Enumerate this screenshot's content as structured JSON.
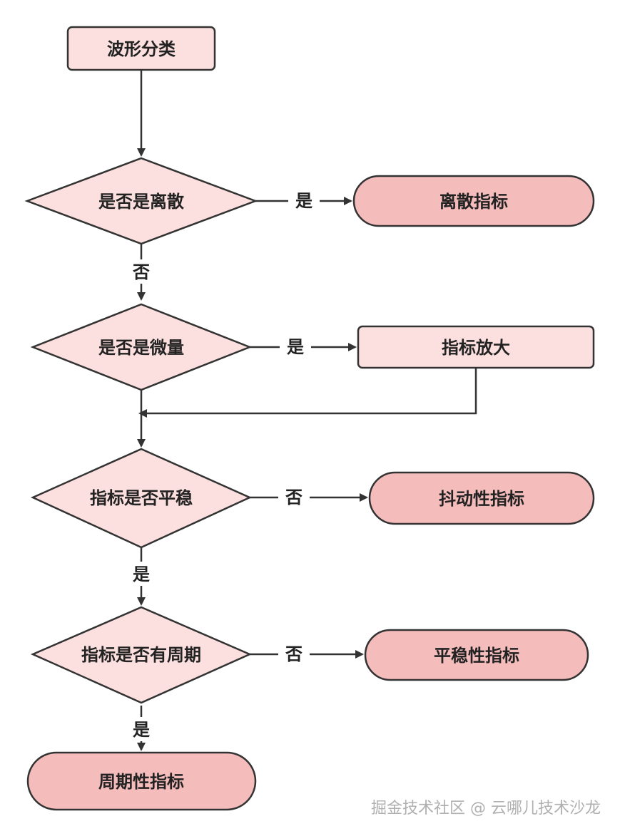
{
  "colors": {
    "light_fill": "#fce0df",
    "terminal_fill": "#f5bcbc",
    "stroke": "#333333",
    "text": "#222222",
    "watermark": "#b0b0b0"
  },
  "nodes": {
    "start": "波形分类",
    "decision_discrete": "是否是离散",
    "result_discrete": "离散指标",
    "decision_micro": "是否是微量",
    "process_amplify": "指标放大",
    "decision_stable": "指标是否平稳",
    "result_jitter": "抖动性指标",
    "decision_periodic": "指标是否有周期",
    "result_stable": "平稳性指标",
    "result_periodic": "周期性指标"
  },
  "edges": {
    "discrete_yes": "是",
    "discrete_no": "否",
    "micro_yes": "是",
    "stable_no": "否",
    "stable_yes": "是",
    "periodic_no": "否",
    "periodic_yes": "是"
  },
  "watermark": "掘金技术社区 @ 云哪儿技术沙龙"
}
